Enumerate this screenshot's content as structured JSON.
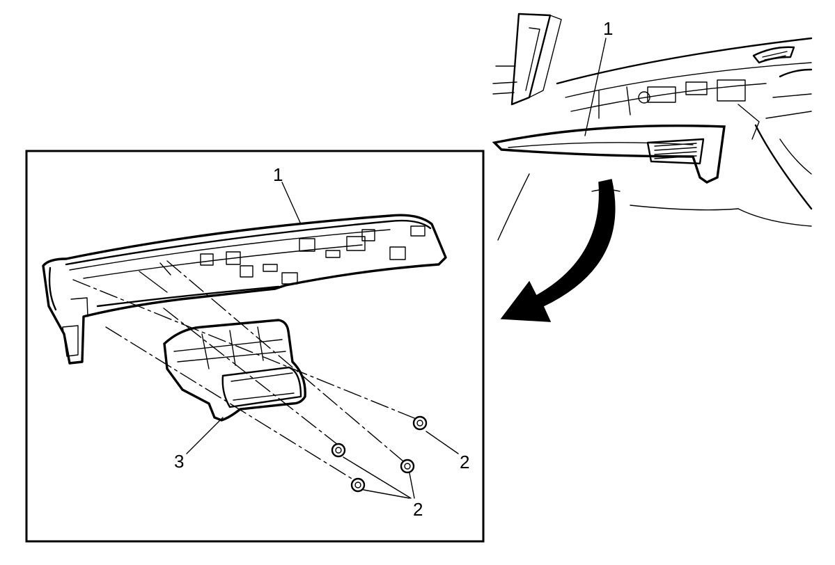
{
  "callouts": {
    "overview_part_1": "1",
    "detail_part_1": "1",
    "detail_part_2_single": "2",
    "detail_part_2_group": "2",
    "detail_part_3": "3"
  },
  "colors": {
    "ink": "#000000",
    "background": "#ffffff"
  }
}
